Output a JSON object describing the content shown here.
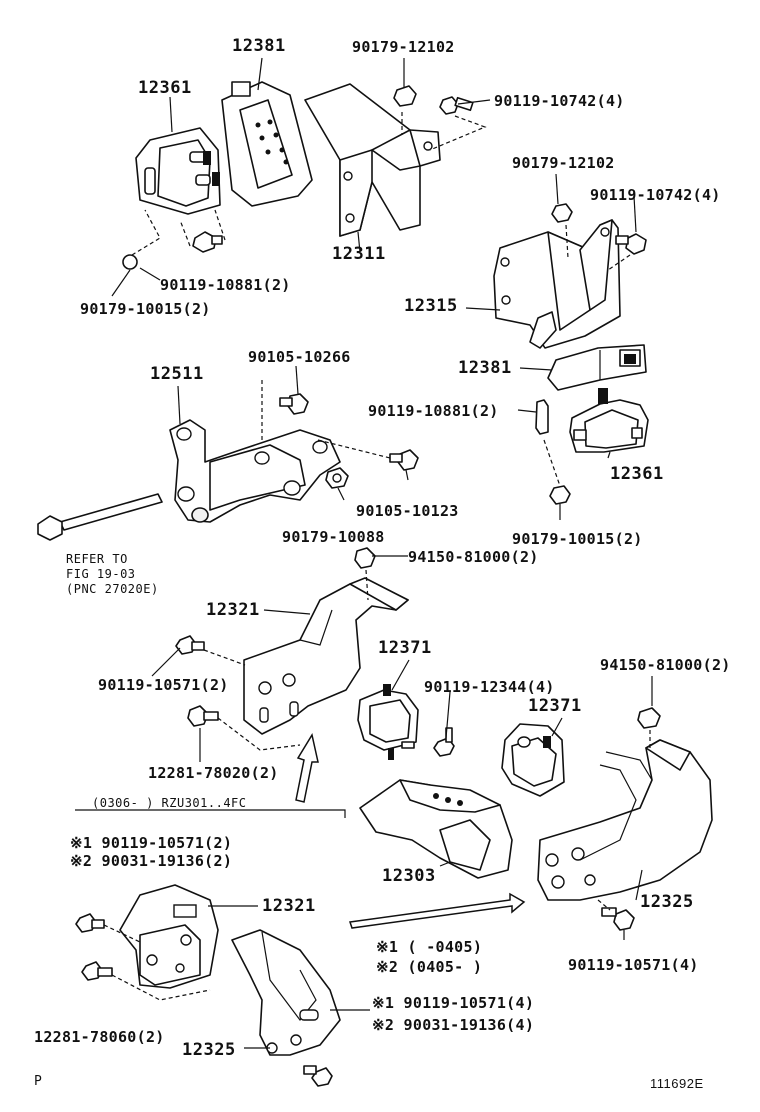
{
  "labels": {
    "p12381_top": "12381",
    "p90179_12102_top": "90179-12102",
    "p90119_10742_top": "90119-10742(4)",
    "p12361_top": "12361",
    "p12311": "12311",
    "p90119_10881_top": "90119-10881(2)",
    "p90179_10015_top": "90179-10015(2)",
    "p90179_12102_right": "90179-12102",
    "p90119_10742_right": "90119-10742(4)",
    "p12315": "12315",
    "p12381_right": "12381",
    "p90119_10881_right": "90119-10881(2)",
    "p12361_right": "12361",
    "p90179_10015_right": "90179-10015(2)",
    "p12511": "12511",
    "p90105_10266": "90105-10266",
    "p90105_10123": "90105-10123",
    "p90179_10088": "90179-10088",
    "refer_1": "REFER TO",
    "refer_2": "FIG 19-03",
    "refer_3": "(PNC 27020E)",
    "p94150_81000_mid": "94150-81000(2)",
    "p12321_mid": "12321",
    "p90119_10571_mid": "90119-10571(2)",
    "p12281_78020": "12281-78020(2)",
    "p12371_mid": "12371",
    "p90119_12344": "90119-12344(4)",
    "p94150_81000_right": "94150-81000(2)",
    "p12371_right": "12371",
    "section_header": "(0306-       ) RZU301..4FC",
    "note_1_part": "※1 90119-10571(2)",
    "note_2_part": "※2 90031-19136(2)",
    "p12303": "12303",
    "p12325_right": "12325",
    "p12321_low": "12321",
    "legend_1": "※1  (      -0405)",
    "legend_2": "※2  (0405-      )",
    "p90119_10571_right": "90119-10571(4)",
    "note_1_low": "※1 90119-10571(4)",
    "note_2_low": "※2 90031-19136(4)",
    "p12281_78060": "12281-78060(2)",
    "p12325_low": "12325",
    "page_letter": "P",
    "figure_id": "111692E"
  }
}
